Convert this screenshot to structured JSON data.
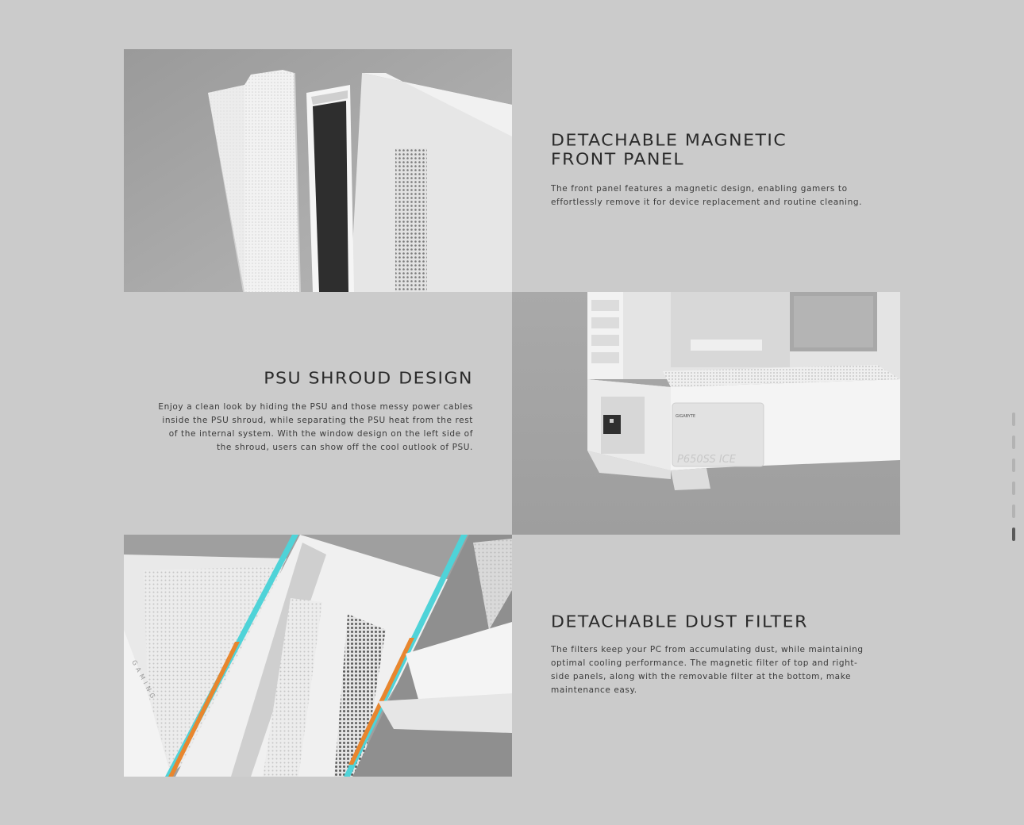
{
  "colors": {
    "background": "#cbcbcb",
    "title": "#2a2a2a",
    "text": "#3a3a3a",
    "pager_inactive": "#b3b3b3",
    "pager_active": "#5a5a5a",
    "accent_stripe_cyan": "#4fd3d8",
    "accent_stripe_orange": "#e8862e"
  },
  "features": [
    {
      "title_line1": "DETACHABLE MAGNETIC",
      "title_line2": "FRONT PANEL",
      "desc_line1": "The front panel features a magnetic design, enabling gamers to",
      "desc_line2": "effortlessly remove it for device replacement and routine cleaning."
    },
    {
      "title": "PSU SHROUD DESIGN",
      "desc_line1": "Enjoy a clean look by hiding the PSU and those messy power cables",
      "desc_line2": "inside the PSU shroud, while separating the PSU heat from the rest",
      "desc_line3": "of the internal system. With the window design on the left side of",
      "desc_line4": "the shroud, users can show off the cool outlook of PSU.",
      "psu_brand": "GIGABYTE",
      "psu_model": "P650SS ICE"
    },
    {
      "title": "DETACHABLE DUST FILTER",
      "desc_line1": "The filters keep your PC from accumulating dust, while maintaining",
      "desc_line2": "optimal cooling performance. The magnetic filter of top and right-",
      "desc_line3": "side panels, along with the removable filter at the bottom, make",
      "desc_line4": "maintenance easy.",
      "case_label": "GAMING"
    }
  ],
  "pager": {
    "count": 6,
    "active_index": 5
  }
}
